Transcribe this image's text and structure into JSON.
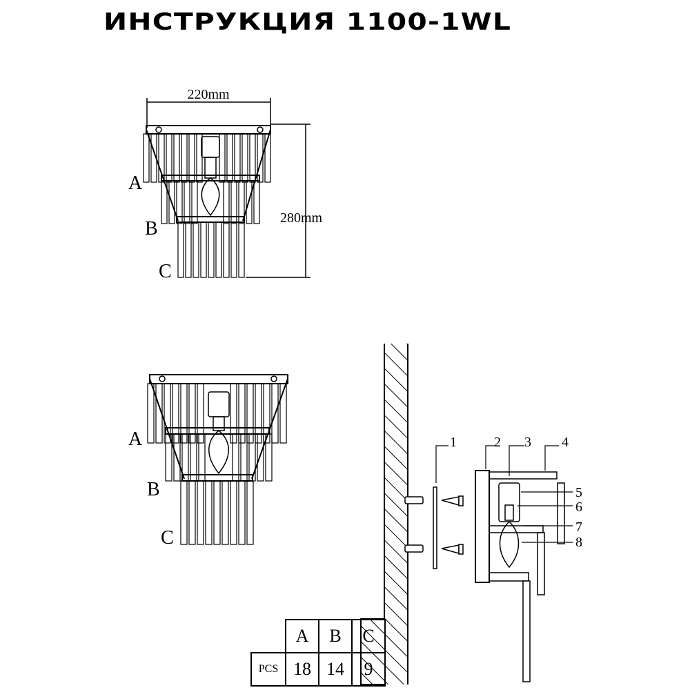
{
  "title": "ИНСТРУКЦИЯ 1100-1WL",
  "dimensions": {
    "width": "220mm",
    "height": "280mm"
  },
  "tier_labels": [
    "A",
    "B",
    "C"
  ],
  "part_numbers": [
    "1",
    "2",
    "3",
    "4",
    "5",
    "6",
    "7",
    "8"
  ],
  "table": {
    "row_label": "PCS",
    "columns": [
      "A",
      "B",
      "C"
    ],
    "counts": [
      "18",
      "14",
      "9"
    ]
  }
}
